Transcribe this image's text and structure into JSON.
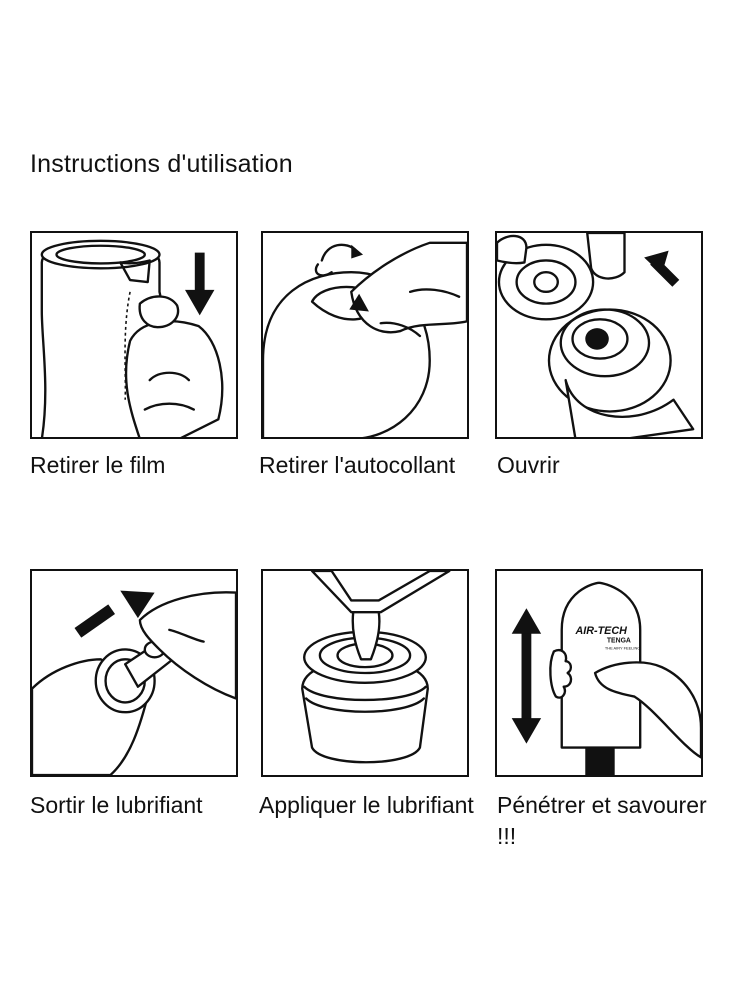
{
  "title": "Instructions d'utilisation",
  "steps": [
    {
      "label": "Retirer le film",
      "icon": "remove-film-illustration"
    },
    {
      "label": "Retirer l'autocollant",
      "icon": "remove-sticker-illustration"
    },
    {
      "label": "Ouvrir",
      "icon": "open-cap-illustration"
    },
    {
      "label": "Sortir le lubrifiant",
      "icon": "take-out-lubricant-illustration"
    },
    {
      "label": "Appliquer le lubrifiant",
      "icon": "apply-lubricant-illustration"
    },
    {
      "label": "Pénétrer et savourer !!!",
      "icon": "use-product-illustration"
    }
  ],
  "product_brand": {
    "name": "AIR-TECH",
    "maker": "TENGA",
    "tagline": "THE AIRY FEELING"
  }
}
